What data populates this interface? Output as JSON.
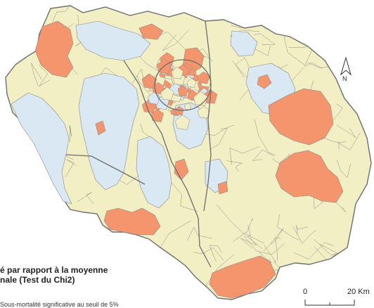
{
  "colors": {
    "background": "#ffffff",
    "significant_over": "#f4956d",
    "significant_under": "#d9e8f2",
    "not_significant": "#f3efc4",
    "border": "#8a8a8a",
    "outline": "#6e6e6e"
  },
  "legend": {
    "title_line1": "é par rapport à la moyenne",
    "title_line2": "nale (Test du Chi2)",
    "item_1": "Sous-mortalité significative au seuil de 5%"
  },
  "north_arrow": {
    "label": "N"
  },
  "scale_bar": {
    "start_label": "0",
    "end_label": "20 Km"
  }
}
